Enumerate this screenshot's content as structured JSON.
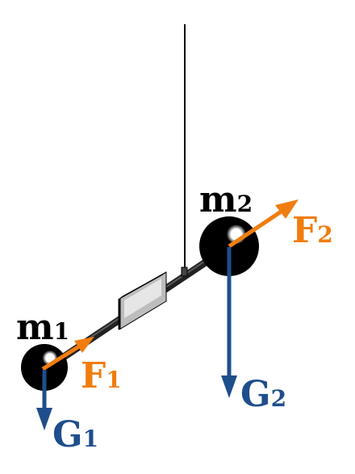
{
  "colors": {
    "force": "#f07d0f",
    "gravity": "#1f4e8c",
    "mass": "#000000",
    "rod": "#222222",
    "string": "#000000",
    "device_front": "#b8b8b8",
    "device_top": "#ffffff"
  },
  "labels": {
    "m1": {
      "base": "m",
      "sub": "1"
    },
    "m2": {
      "base": "m",
      "sub": "2"
    },
    "f1": {
      "base": "F",
      "sub": "1"
    },
    "f2": {
      "base": "F",
      "sub": "2"
    },
    "g1": {
      "base": "G",
      "sub": "1"
    },
    "g2": {
      "base": "G",
      "sub": "2"
    }
  }
}
